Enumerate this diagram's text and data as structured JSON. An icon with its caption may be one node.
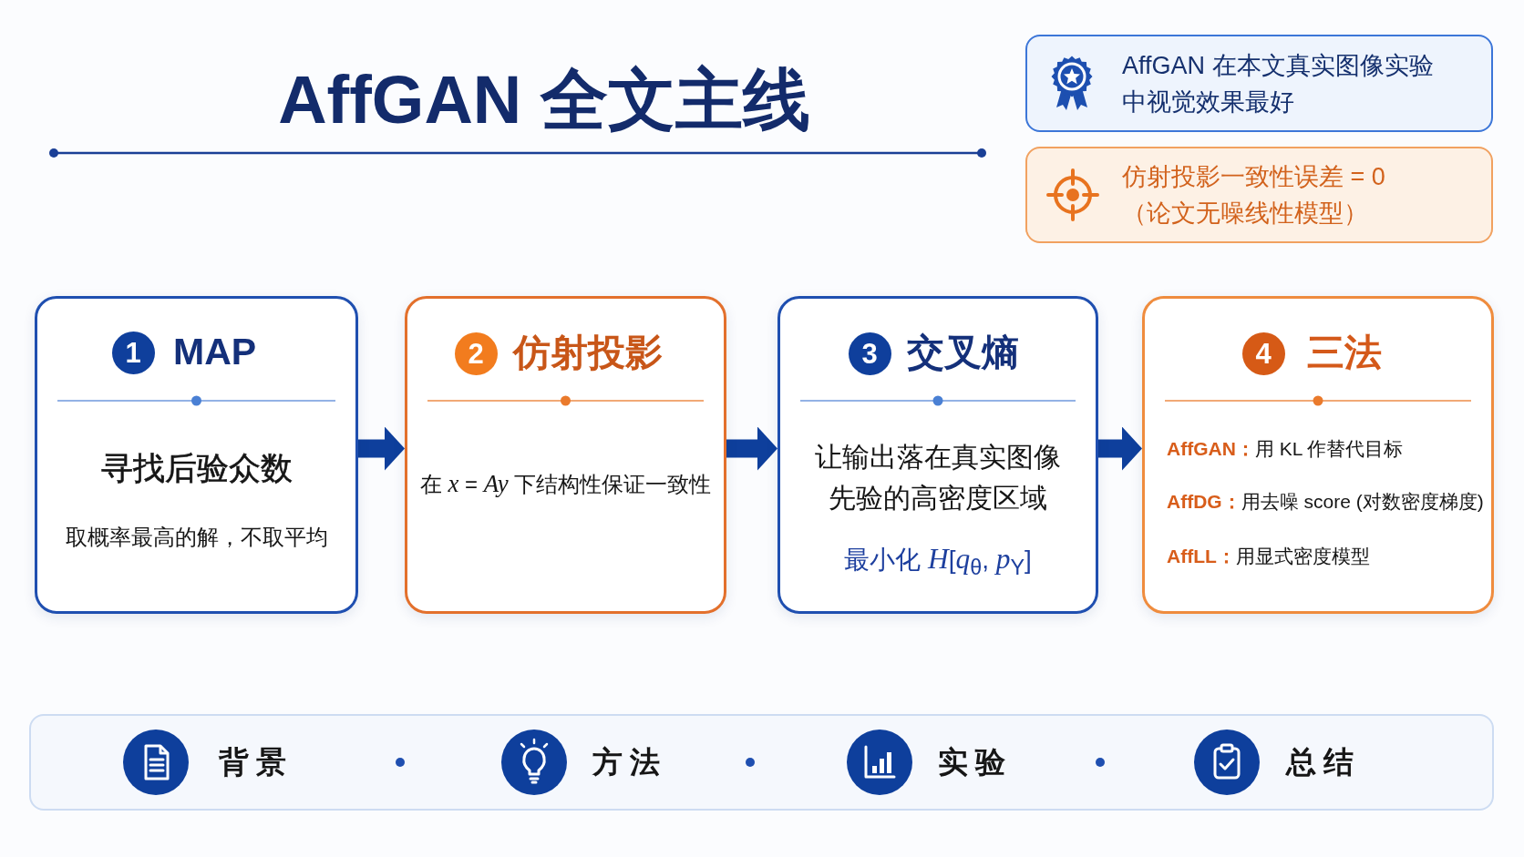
{
  "diagram": {
    "title": "AffGAN 全文主线",
    "nodes": [
      {
        "text": [
          "AffGAN 在本文真实图像实验中视觉效果最好"
        ]
      },
      {
        "text": [
          "仿射投影一致性误差 = 0（论文无噪线性模型）"
        ]
      },
      {
        "text": [
          "MAP",
          "寻找后验众数",
          "取概率最高的解，不取平均"
        ]
      },
      {
        "text": [
          "1"
        ],
        "in": 2
      },
      {
        "text": [
          "仿射投影",
          "在 *x* = *Ay* 下结构性保证一致性"
        ]
      },
      {
        "text": [
          "2"
        ],
        "in": 4
      },
      {
        "text": [
          "交叉熵",
          "让输出落在真实图像先验的高密度区域",
          "最小化 *H*[*q*$_{θ}$, *p*$_{Y}$]"
        ]
      },
      {
        "text": [
          "3"
        ],
        "in": 6
      },
      {
        "text": [
          "三法",
          "**AffGAN：**用 KL 作替代目标",
          "**AffDG：**用去噪 score (对数密度梯度)",
          "**AffLL：**用显式密度模型"
        ]
      },
      {
        "text": [
          "4"
        ],
        "in": 8
      },
      {
        "text": [
          "背景",
          "方法",
          "实验",
          "总结"
        ]
      }
    ],
    "edges": [
      {
        "from": 2,
        "to": 4,
        "arrow": "to"
      },
      {
        "from": 4,
        "to": 6,
        "arrow": "to"
      },
      {
        "from": 6,
        "to": 8,
        "arrow": "to"
      }
    ]
  }
}
